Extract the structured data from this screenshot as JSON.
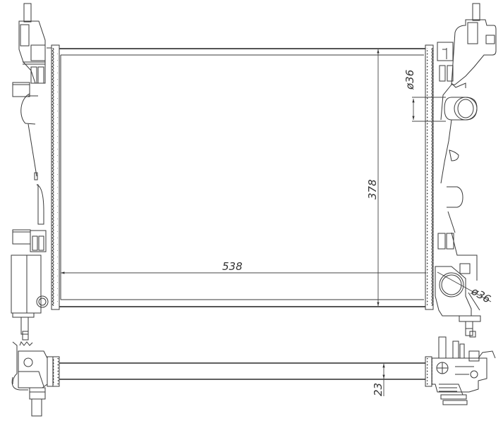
{
  "drawing": {
    "subject": "Radiator technical drawing",
    "views": [
      "front-view",
      "bottom-view"
    ],
    "line_color": "#3a3a3a",
    "background": "#ffffff"
  },
  "dimensions": {
    "width": {
      "label": "538",
      "unit": "mm"
    },
    "height": {
      "label": "378",
      "unit": "mm"
    },
    "core_thickness": {
      "label": "23",
      "unit": "mm"
    },
    "inlet_diameter": {
      "label": "ø36",
      "unit": "mm"
    },
    "outlet_diameter": {
      "label": "ø36",
      "unit": "mm"
    }
  }
}
